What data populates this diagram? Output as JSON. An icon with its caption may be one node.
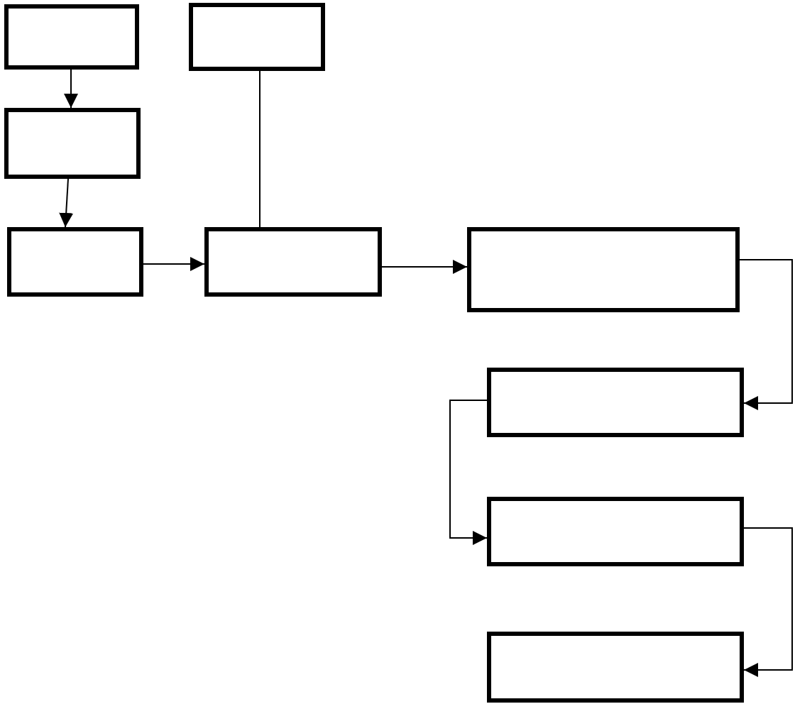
{
  "diagram": {
    "nodes": [
      {
        "text": [],
        "shape": "box"
      },
      {
        "text": [],
        "shape": "box"
      },
      {
        "text": [],
        "shape": "box"
      },
      {
        "text": [],
        "shape": "box"
      },
      {
        "text": [],
        "shape": "box"
      },
      {
        "text": [],
        "shape": "box"
      },
      {
        "text": [],
        "shape": "box"
      },
      {
        "text": [],
        "shape": "box"
      },
      {
        "text": [],
        "shape": "box"
      }
    ],
    "edges": [
      {
        "from": 0,
        "to": 2,
        "arrow": "to"
      },
      {
        "from": 2,
        "to": 3,
        "arrow": "to"
      },
      {
        "from": 1,
        "to": 4,
        "arrow": "none"
      },
      {
        "from": 3,
        "to": 4,
        "arrow": "to"
      },
      {
        "from": 4,
        "to": 5,
        "arrow": "to"
      },
      {
        "from": 5,
        "to": 6,
        "arrow": "to"
      },
      {
        "from": 6,
        "to": 7,
        "arrow": "to"
      },
      {
        "from": 7,
        "to": 8,
        "arrow": "to"
      }
    ]
  }
}
